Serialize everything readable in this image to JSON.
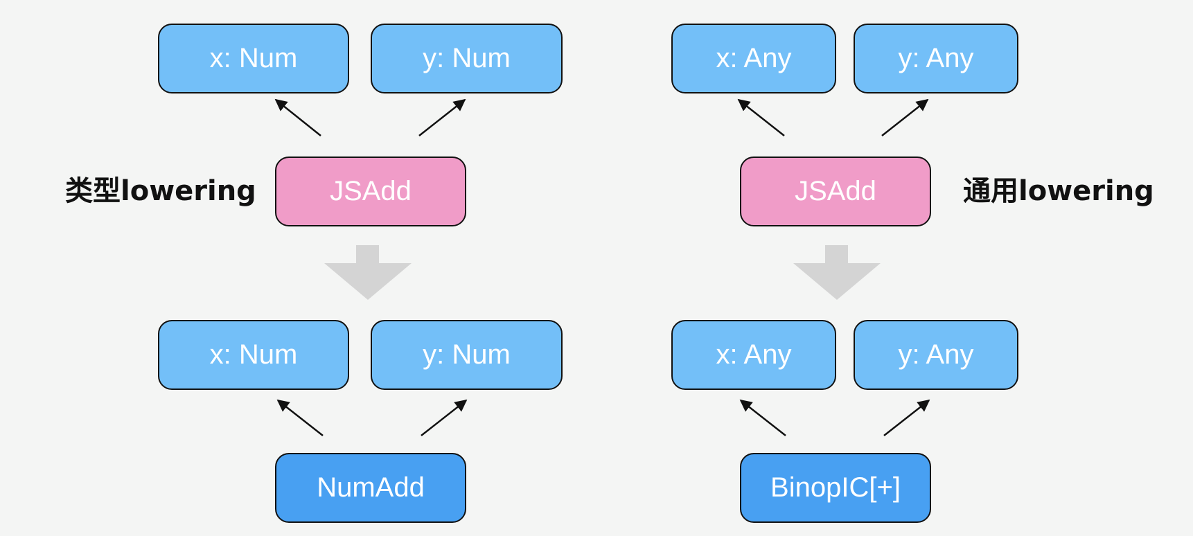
{
  "colors": {
    "operand_box": "#73bff8",
    "op_box": "#f09cc8",
    "lowered_box": "#48a0f2",
    "big_arrow": "#d4d4d4",
    "border": "#111111",
    "background": "#f4f5f4"
  },
  "left": {
    "label": "类型lowering",
    "before": {
      "x": "x: Num",
      "y": "y: Num",
      "op": "JSAdd"
    },
    "after": {
      "x": "x: Num",
      "y": "y: Num",
      "op": "NumAdd"
    }
  },
  "right": {
    "label": "通用lowering",
    "before": {
      "x": "x: Any",
      "y": "y: Any",
      "op": "JSAdd"
    },
    "after": {
      "x": "x: Any",
      "y": "y: Any",
      "op": "BinopIC[+]"
    }
  }
}
